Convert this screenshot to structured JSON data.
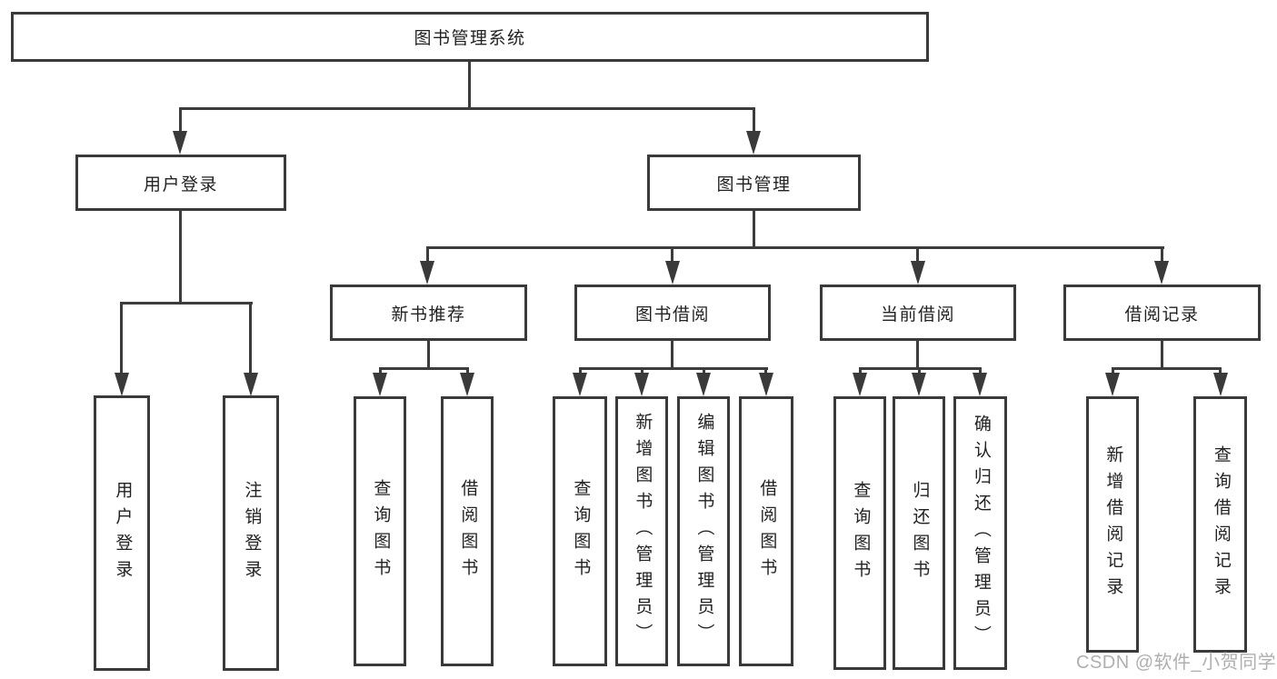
{
  "diagram": {
    "root": {
      "label": "图书管理系统"
    },
    "level2": [
      {
        "id": "user-login",
        "label": "用户登录"
      },
      {
        "id": "book-management",
        "label": "图书管理"
      }
    ],
    "level3": [
      {
        "id": "new-book-recommend",
        "label": "新书推荐"
      },
      {
        "id": "book-borrowing",
        "label": "图书借阅"
      },
      {
        "id": "current-borrowing",
        "label": "当前借阅"
      },
      {
        "id": "borrowing-records",
        "label": "借阅记录"
      }
    ],
    "leaves": {
      "user_login": [
        "用户登录",
        "注销登录"
      ],
      "new_book_recommend": [
        "查询图书",
        "借阅图书"
      ],
      "book_borrowing": [
        "查询图书",
        "新增图书（管理员）",
        "编辑图书（管理员）",
        "借阅图书"
      ],
      "current_borrowing": [
        "查询图书",
        "归还图书",
        "确认归还（管理员）"
      ],
      "borrowing_records": [
        "新增借阅记录",
        "查询借阅记录"
      ]
    },
    "line_color": "#3a3a3a"
  },
  "watermark": {
    "text": "CSDN @软件_小贺同学"
  }
}
